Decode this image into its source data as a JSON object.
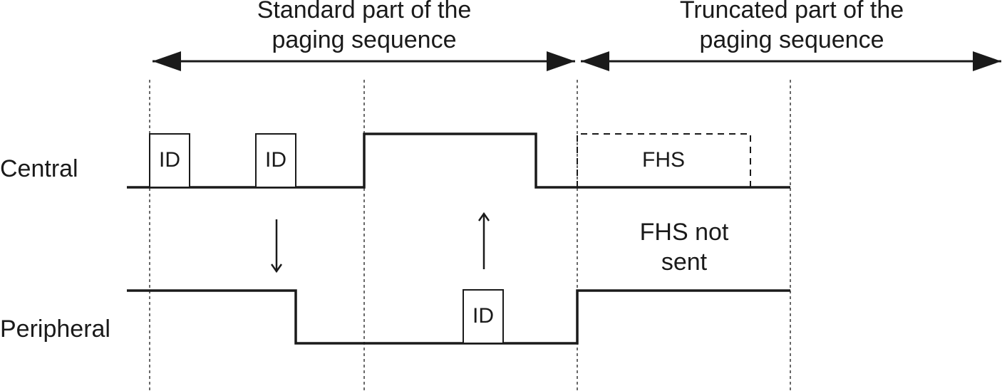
{
  "header": {
    "standard_line1": "Standard part of the",
    "standard_line2": "paging sequence",
    "truncated_line1": "Truncated part of the",
    "truncated_line2": "paging sequence"
  },
  "rows": {
    "central": "Central",
    "peripheral": "Peripheral"
  },
  "packets": {
    "central_id_1": "ID",
    "central_id_2": "ID",
    "peripheral_id": "ID",
    "fhs": "FHS"
  },
  "notes": {
    "fhs_not_sent_line1": "FHS not",
    "fhs_not_sent_line2": "sent"
  },
  "arrows": {
    "down": "arrow-down-icon",
    "up": "arrow-up-icon"
  },
  "colors": {
    "ink": "#1a1a1a",
    "background": "#ffffff"
  }
}
